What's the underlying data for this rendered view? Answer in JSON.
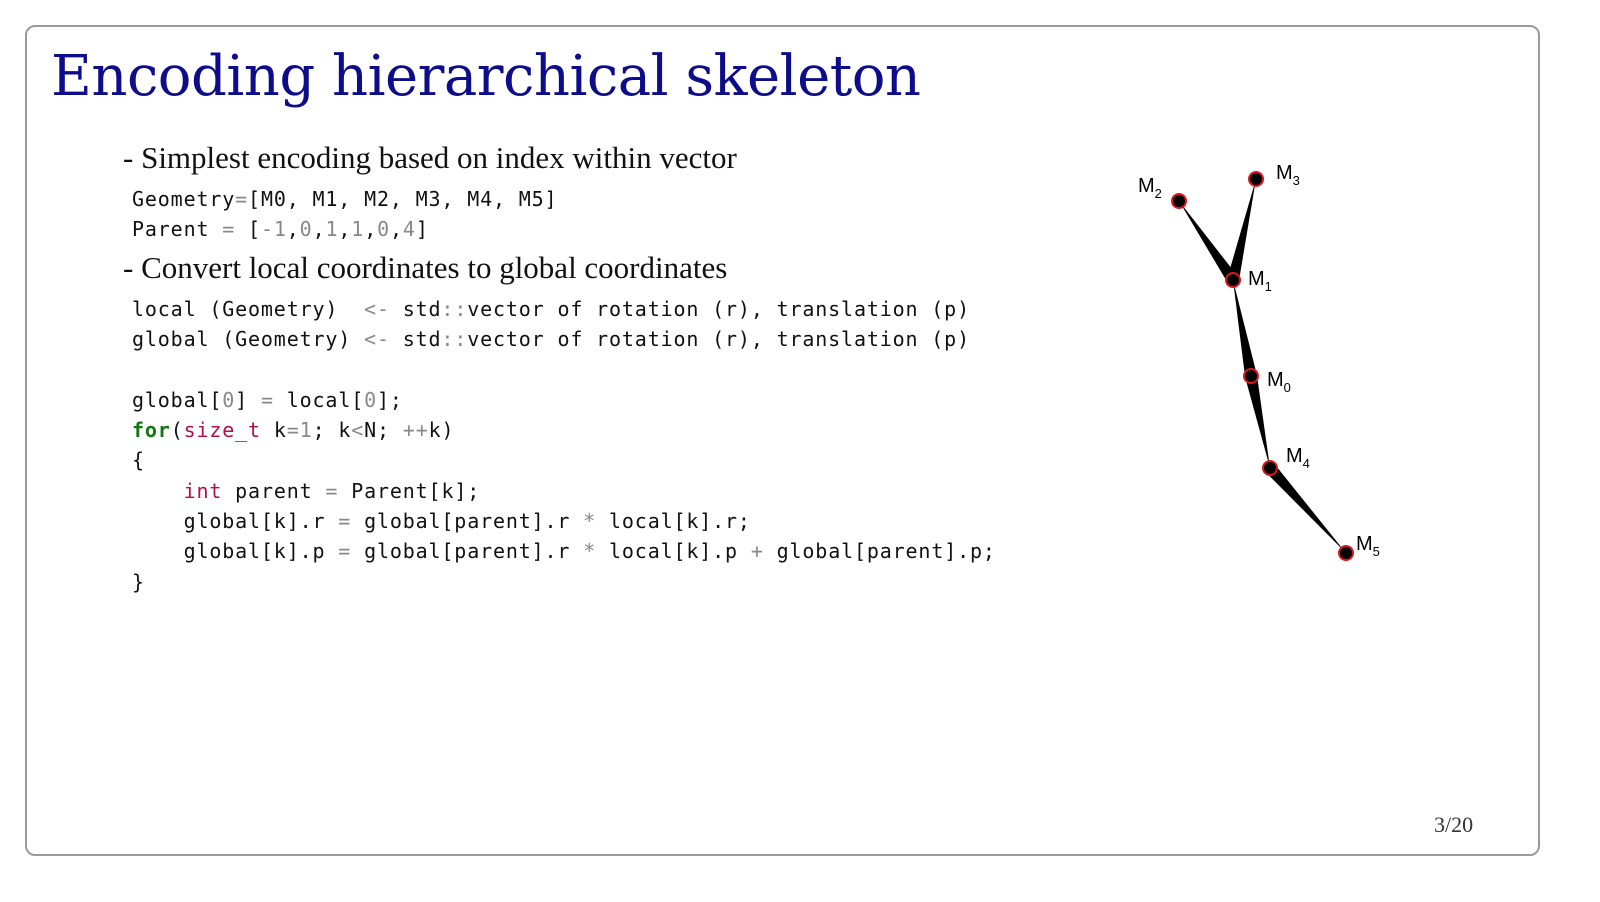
{
  "title": "Encoding hierarchical skeleton",
  "bullets": [
    "- Simplest encoding based on index within vector",
    "- Convert local coordinates to global coordinates"
  ],
  "code_block_1": [
    [
      [
        "Geometry",
        ""
      ],
      [
        "=",
        "op"
      ],
      [
        "[M0, M1, M2, M3, M4, M5]",
        ""
      ]
    ],
    [
      [
        "Parent ",
        ""
      ],
      [
        "=",
        "op"
      ],
      [
        " [",
        ""
      ],
      [
        "-1",
        "num"
      ],
      [
        ",",
        ""
      ],
      [
        "0",
        "num"
      ],
      [
        ",",
        ""
      ],
      [
        "1",
        "num"
      ],
      [
        ",",
        ""
      ],
      [
        "1",
        "num"
      ],
      [
        ",",
        ""
      ],
      [
        "0",
        "num"
      ],
      [
        ",",
        ""
      ],
      [
        "4",
        "num"
      ],
      [
        "]",
        ""
      ]
    ]
  ],
  "code_block_2": [
    [
      [
        "local (Geometry)  ",
        ""
      ],
      [
        "<-",
        "op"
      ],
      [
        " std",
        ""
      ],
      [
        "::",
        "op"
      ],
      [
        "vector of rotation (r), translation (p)",
        ""
      ]
    ],
    [
      [
        "global (Geometry) ",
        ""
      ],
      [
        "<-",
        "op"
      ],
      [
        " std",
        ""
      ],
      [
        "::",
        "op"
      ],
      [
        "vector of rotation (r), translation (p)",
        ""
      ]
    ],
    [],
    [
      [
        "global[",
        ""
      ],
      [
        "0",
        "num"
      ],
      [
        "] ",
        ""
      ],
      [
        "=",
        "op"
      ],
      [
        " local[",
        ""
      ],
      [
        "0",
        "num"
      ],
      [
        "];",
        ""
      ]
    ],
    [
      [
        "for",
        "kw"
      ],
      [
        "(",
        ""
      ],
      [
        "size_t",
        "type"
      ],
      [
        " k",
        ""
      ],
      [
        "=",
        "op"
      ],
      [
        "1",
        "num"
      ],
      [
        "; k",
        ""
      ],
      [
        "<",
        "op"
      ],
      [
        "N; ",
        ""
      ],
      [
        "++",
        "op"
      ],
      [
        "k)",
        ""
      ]
    ],
    [
      [
        "{",
        ""
      ]
    ],
    [
      [
        "    ",
        ""
      ],
      [
        "int",
        "type"
      ],
      [
        " parent ",
        ""
      ],
      [
        "=",
        "op"
      ],
      [
        " Parent[k];",
        ""
      ]
    ],
    [
      [
        "    global[k].r ",
        ""
      ],
      [
        "=",
        "op"
      ],
      [
        " global[parent].r ",
        ""
      ],
      [
        "*",
        "op"
      ],
      [
        " local[k].r;",
        ""
      ]
    ],
    [
      [
        "    global[k].p ",
        ""
      ],
      [
        "=",
        "op"
      ],
      [
        " global[parent].r ",
        ""
      ],
      [
        "*",
        "op"
      ],
      [
        " local[k].p ",
        ""
      ],
      [
        "+",
        "op"
      ],
      [
        " global[parent].p;",
        ""
      ]
    ],
    [
      [
        "}",
        ""
      ]
    ]
  ],
  "skeleton": {
    "joints": [
      {
        "name": "M",
        "sub": "0",
        "parent": -1
      },
      {
        "name": "M",
        "sub": "1",
        "parent": 0
      },
      {
        "name": "M",
        "sub": "2",
        "parent": 1
      },
      {
        "name": "M",
        "sub": "3",
        "parent": 1
      },
      {
        "name": "M",
        "sub": "4",
        "parent": 0
      },
      {
        "name": "M",
        "sub": "5",
        "parent": 4
      }
    ],
    "joint_fill": "#000000",
    "joint_stroke": "#e0141e"
  },
  "page_number": "3/20"
}
